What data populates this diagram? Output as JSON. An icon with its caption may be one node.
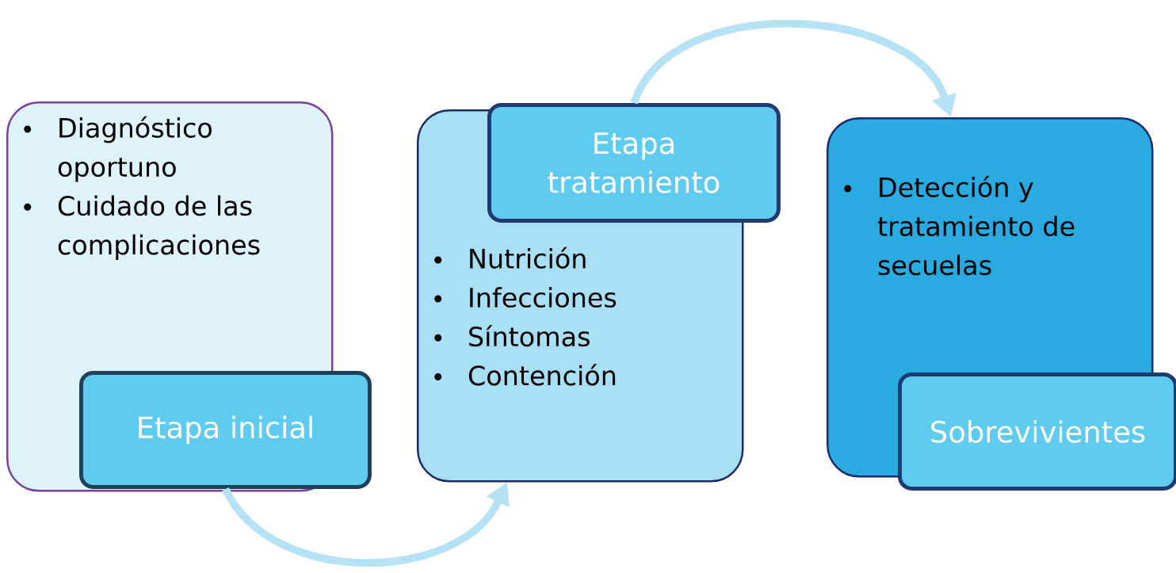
{
  "diagram": {
    "nodes": [
      {
        "text": [
          "Diagnóstico oportuno",
          "Cuidado de las complicaciones"
        ]
      },
      {
        "text": [
          "Etapa inicial"
        ]
      },
      {
        "text": [
          "Nutrición",
          "Infecciones",
          "Síntomas",
          "Contención"
        ]
      },
      {
        "text": [
          "Etapa tratamiento"
        ]
      },
      {
        "text": [
          "Detección y tratamiento de secuelas"
        ]
      },
      {
        "text": [
          "Sobrevivientes"
        ]
      }
    ],
    "edges": [
      {
        "from": 1,
        "to": 2,
        "arrow": "to"
      },
      {
        "from": 3,
        "to": 4,
        "arrow": "to"
      }
    ]
  }
}
